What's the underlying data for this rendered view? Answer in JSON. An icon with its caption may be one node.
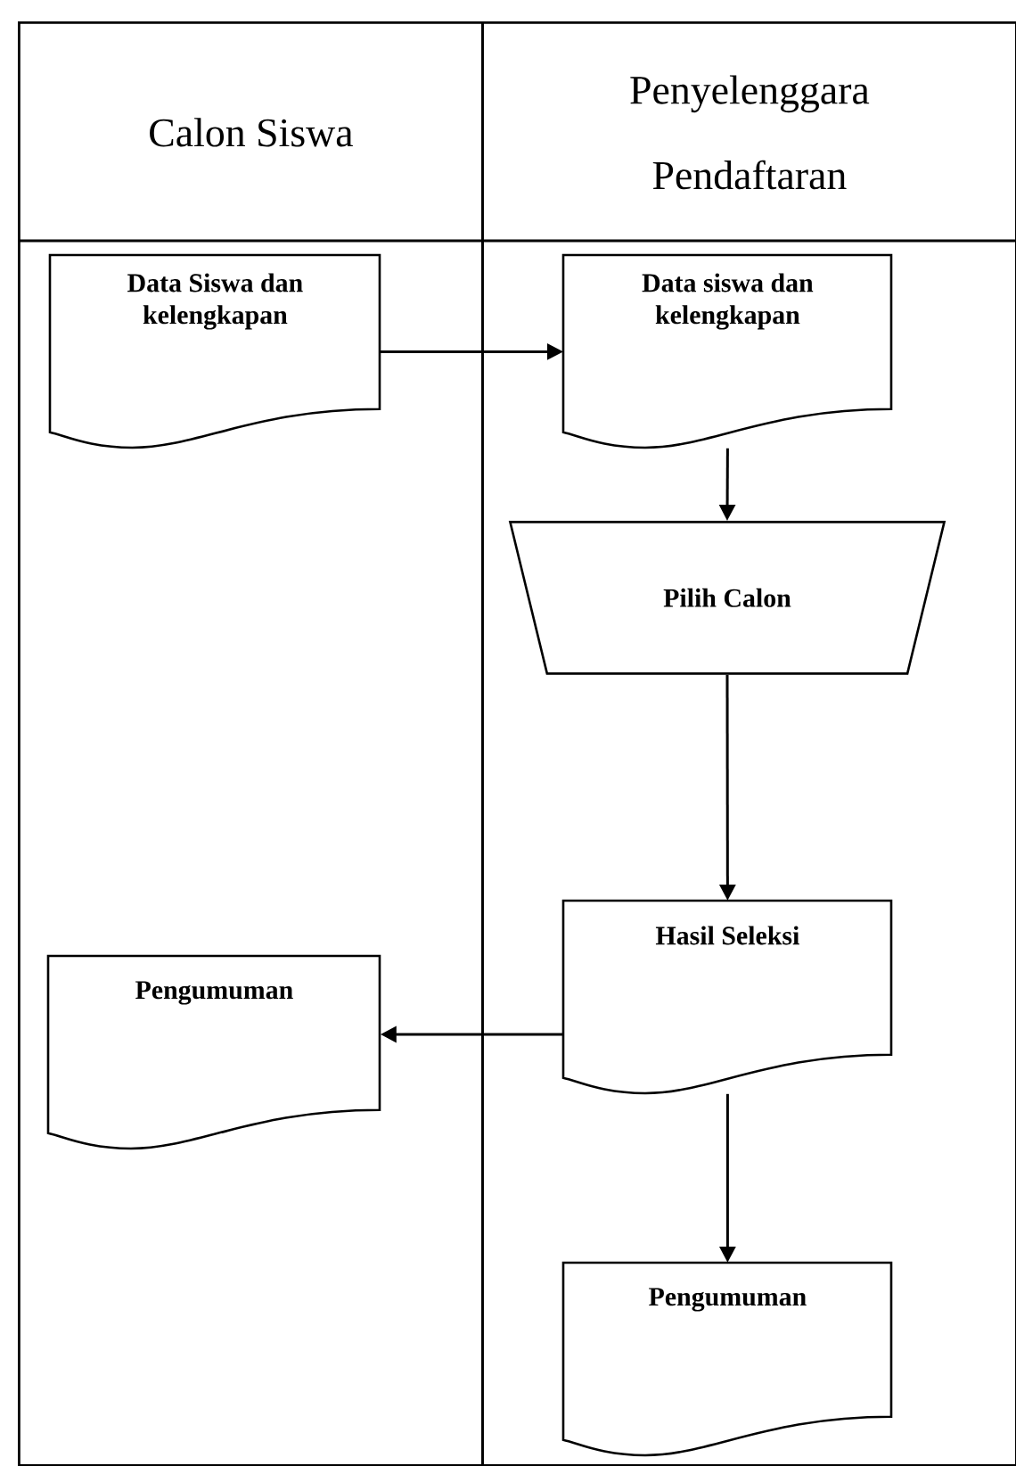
{
  "diagram": {
    "nodes": [
      {
        "text": [
          "Calon Siswa"
        ]
      },
      {
        "text": [
          "Penyelenggara Pendaftaran"
        ]
      },
      {
        "text": [
          "Data Siswa dan kelengkapan"
        ],
        "in": 0
      },
      {
        "text": [
          "Data siswa dan kelengkapan"
        ],
        "in": 1
      },
      {
        "text": [
          "Pilih Calon"
        ],
        "in": 1
      },
      {
        "text": [
          "Hasil Seleksi"
        ],
        "in": 1
      },
      {
        "text": [
          "Pengumuman"
        ],
        "in": 0
      },
      {
        "text": [
          "Pengumuman"
        ],
        "in": 1
      }
    ],
    "edges": [
      {
        "from": 2,
        "to": 3,
        "arrow": "to"
      },
      {
        "from": 3,
        "to": 4,
        "arrow": "to"
      },
      {
        "from": 4,
        "to": 5,
        "arrow": "to"
      },
      {
        "from": 5,
        "to": 6,
        "arrow": "to"
      },
      {
        "from": 5,
        "to": 7,
        "arrow": "to"
      }
    ]
  }
}
